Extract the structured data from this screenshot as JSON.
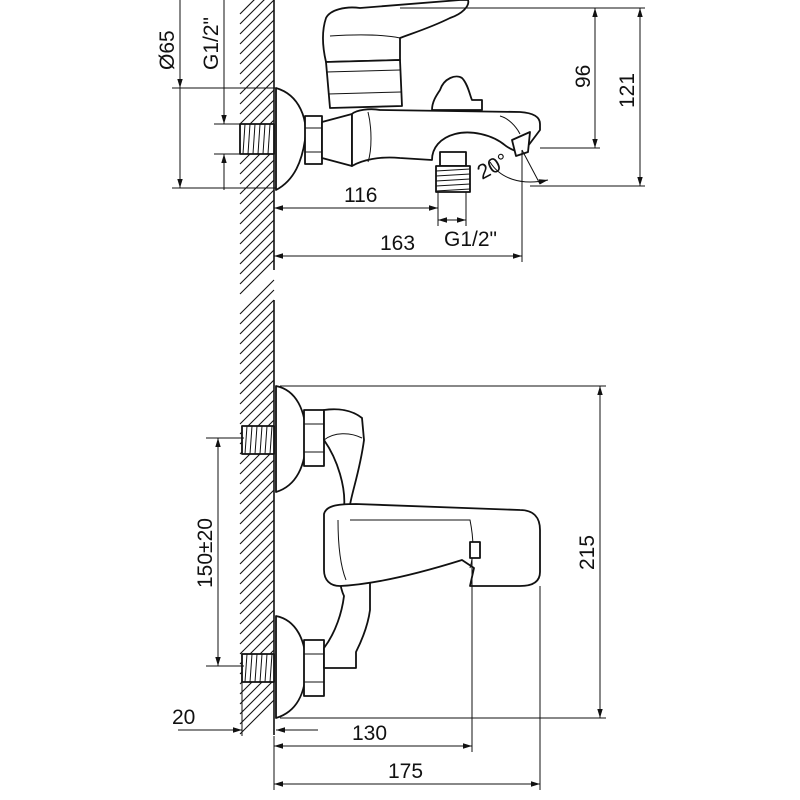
{
  "top_view": {
    "dim_diameter": "Ø65",
    "dim_thread_wall": "G1/2\"",
    "dim_height_96": "96",
    "dim_height_121": "121",
    "dim_angle": "20°",
    "dim_length_116": "116",
    "dim_thread_outlet": "G1/2\"",
    "dim_length_163": "163"
  },
  "front_view": {
    "dim_centers": "150±20",
    "dim_height_215": "215",
    "dim_offset_20": "20",
    "dim_length_130": "130",
    "dim_length_175": "175"
  },
  "colors": {
    "line": "#111111",
    "background": "#ffffff"
  }
}
